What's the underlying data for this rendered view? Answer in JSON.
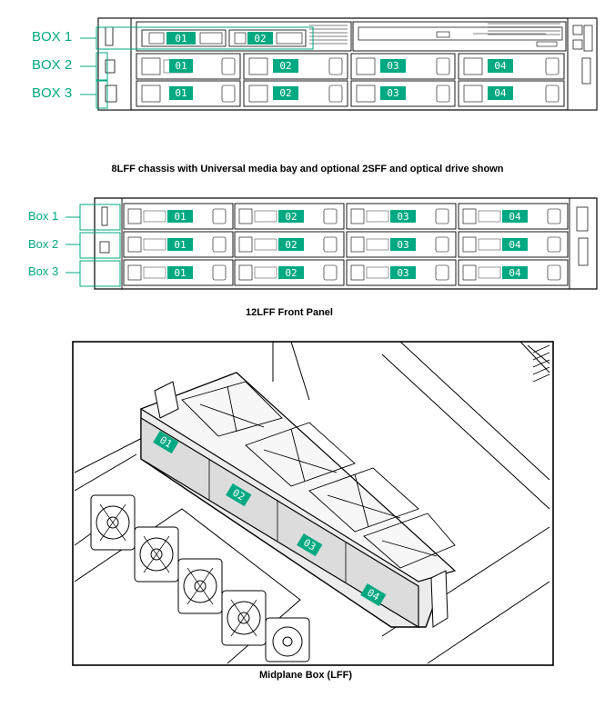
{
  "colors": {
    "accent": "#01a982",
    "line": "#000000",
    "stroke_gray": "#555555"
  },
  "panel_8lff": {
    "boxes": [
      "BOX 1",
      "BOX 2",
      "BOX 3"
    ],
    "top_row": [
      "01",
      "02"
    ],
    "rows": [
      [
        "01",
        "02",
        "03",
        "04"
      ],
      [
        "01",
        "02",
        "03",
        "04"
      ]
    ],
    "caption": "8LFF chassis with Universal media bay and optional 2SFF and optical drive shown"
  },
  "panel_12lff": {
    "boxes": [
      "Box 1",
      "Box 2",
      "Box 3"
    ],
    "rows": [
      [
        "01",
        "02",
        "03",
        "04"
      ],
      [
        "01",
        "02",
        "03",
        "04"
      ],
      [
        "01",
        "02",
        "03",
        "04"
      ]
    ],
    "caption": "12LFF Front Panel"
  },
  "panel_midplane": {
    "drives": [
      "01",
      "02",
      "03",
      "04"
    ],
    "caption": "Midplane Box (LFF)"
  }
}
